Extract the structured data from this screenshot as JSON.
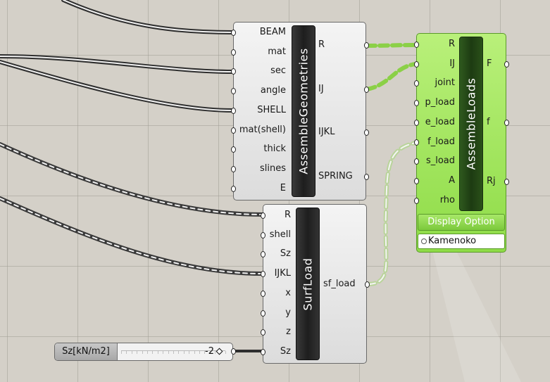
{
  "components": {
    "assemble_geometries": {
      "title": "AssembleGeometries",
      "inputs": [
        "BEAM",
        "mat",
        "sec",
        "angle",
        "SHELL",
        "mat(shell)",
        "thick",
        "slines",
        "E"
      ],
      "outputs": [
        "R",
        "IJ",
        "IJKL",
        "SPRING"
      ]
    },
    "assemble_loads": {
      "title": "AssembleLoads",
      "inputs": [
        "R",
        "IJ",
        "joint",
        "p_load",
        "e_load",
        "f_load",
        "s_load",
        "A",
        "rho"
      ],
      "outputs": [
        "F",
        "f",
        "Rj"
      ],
      "option_button": "Display Option",
      "option_selected": "Kamenoko"
    },
    "surf_load": {
      "title": "SurfLoad",
      "inputs": [
        "R",
        "shell",
        "Sz",
        "IJKL",
        "x",
        "y",
        "z",
        "Sz"
      ],
      "outputs": [
        "sf_load"
      ]
    },
    "slider": {
      "name": "Sz[kN/m2]",
      "value": "-2"
    }
  },
  "colors": {
    "canvas": "#d4d0c8",
    "component_body": "#e8e8e8",
    "component_green": "#a6e862",
    "title_bar": "#262626",
    "wire_selected": "#8bd047",
    "wire_normal": "#3a3a3a"
  }
}
